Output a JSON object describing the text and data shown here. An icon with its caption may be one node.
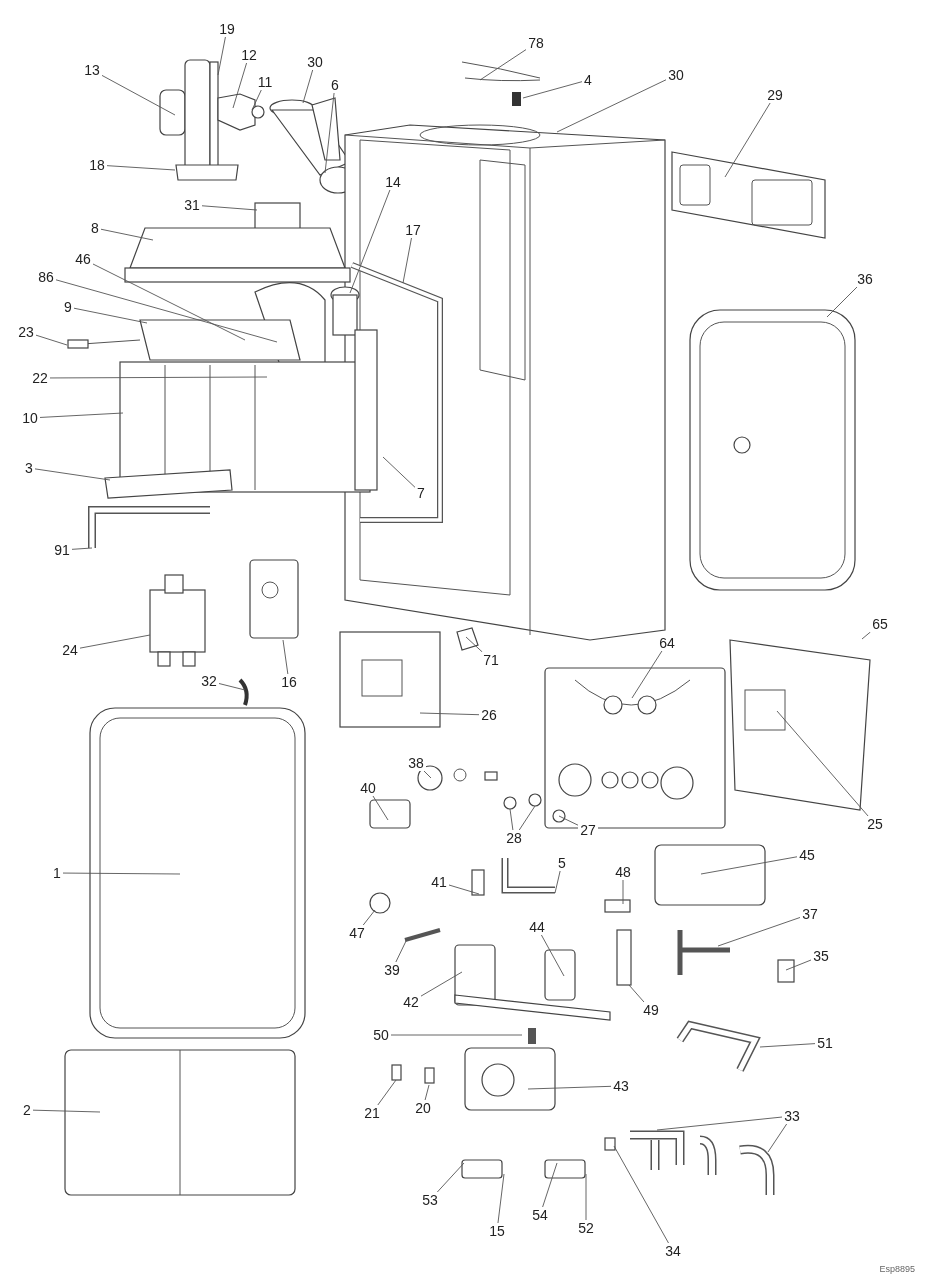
{
  "diagram": {
    "nodes": [
      {
        "text": [
          "19"
        ]
      },
      {
        "text": [
          "13"
        ]
      },
      {
        "text": [
          "12"
        ]
      },
      {
        "text": [
          "11"
        ]
      },
      {
        "text": [
          "30"
        ]
      },
      {
        "text": [
          "6"
        ]
      },
      {
        "text": [
          "18"
        ]
      },
      {
        "text": [
          "31"
        ]
      },
      {
        "text": [
          "78"
        ]
      },
      {
        "text": [
          "4"
        ]
      },
      {
        "text": [
          "30"
        ]
      },
      {
        "text": [
          "29"
        ]
      },
      {
        "text": [
          "8"
        ]
      },
      {
        "text": [
          "14"
        ]
      },
      {
        "text": [
          "17"
        ]
      },
      {
        "text": [
          "46"
        ]
      },
      {
        "text": [
          "86"
        ]
      },
      {
        "text": [
          "9"
        ]
      },
      {
        "text": [
          "23"
        ]
      },
      {
        "text": [
          "36"
        ]
      },
      {
        "text": [
          "22"
        ]
      },
      {
        "text": [
          "10"
        ]
      },
      {
        "text": [
          "7"
        ]
      },
      {
        "text": [
          "3"
        ]
      },
      {
        "text": [
          "91"
        ]
      },
      {
        "text": [
          "24"
        ]
      },
      {
        "text": [
          "16"
        ]
      },
      {
        "text": [
          "32"
        ]
      },
      {
        "text": [
          "71"
        ]
      },
      {
        "text": [
          "26"
        ]
      },
      {
        "text": [
          "65"
        ]
      },
      {
        "text": [
          "64"
        ]
      },
      {
        "text": [
          "25"
        ]
      },
      {
        "text": [
          "38"
        ]
      },
      {
        "text": [
          "40"
        ]
      },
      {
        "text": [
          "28"
        ]
      },
      {
        "text": [
          "27"
        ]
      },
      {
        "text": [
          "45"
        ]
      },
      {
        "text": [
          "41"
        ]
      },
      {
        "text": [
          "5"
        ]
      },
      {
        "text": [
          "48"
        ]
      },
      {
        "text": [
          "1"
        ]
      },
      {
        "text": [
          "37"
        ]
      },
      {
        "text": [
          "47"
        ]
      },
      {
        "text": [
          "44"
        ]
      },
      {
        "text": [
          "35"
        ]
      },
      {
        "text": [
          "39"
        ]
      },
      {
        "text": [
          "42"
        ]
      },
      {
        "text": [
          "49"
        ]
      },
      {
        "text": [
          "50"
        ]
      },
      {
        "text": [
          "51"
        ]
      },
      {
        "text": [
          "43"
        ]
      },
      {
        "text": [
          "21"
        ]
      },
      {
        "text": [
          "20"
        ]
      },
      {
        "text": [
          "2"
        ]
      },
      {
        "text": [
          "33"
        ]
      },
      {
        "text": [
          "34"
        ]
      },
      {
        "text": [
          "53"
        ]
      },
      {
        "text": [
          "15"
        ]
      },
      {
        "text": [
          "54"
        ]
      },
      {
        "text": [
          "52"
        ]
      }
    ],
    "edges": [
      {
        "from": 0,
        "to": null,
        "arrow": "none"
      },
      {
        "from": 1,
        "to": null,
        "arrow": "none"
      },
      {
        "from": 2,
        "to": null,
        "arrow": "none"
      },
      {
        "from": 3,
        "to": null,
        "arrow": "none"
      },
      {
        "from": 4,
        "to": null,
        "arrow": "none"
      },
      {
        "from": 5,
        "to": null,
        "arrow": "none"
      },
      {
        "from": 6,
        "to": null,
        "arrow": "none"
      },
      {
        "from": 7,
        "to": null,
        "arrow": "none"
      },
      {
        "from": 8,
        "to": null,
        "arrow": "none"
      },
      {
        "from": 9,
        "to": null,
        "arrow": "none"
      },
      {
        "from": 10,
        "to": null,
        "arrow": "none"
      },
      {
        "from": 11,
        "to": null,
        "arrow": "none"
      },
      {
        "from": 12,
        "to": null,
        "arrow": "none"
      },
      {
        "from": 13,
        "to": null,
        "arrow": "none"
      },
      {
        "from": 14,
        "to": null,
        "arrow": "none"
      },
      {
        "from": 15,
        "to": null,
        "arrow": "none"
      },
      {
        "from": 16,
        "to": null,
        "arrow": "none"
      },
      {
        "from": 17,
        "to": null,
        "arrow": "none"
      },
      {
        "from": 18,
        "to": null,
        "arrow": "none"
      },
      {
        "from": 19,
        "to": null,
        "arrow": "none"
      },
      {
        "from": 20,
        "to": null,
        "arrow": "none"
      },
      {
        "from": 21,
        "to": null,
        "arrow": "none"
      },
      {
        "from": 22,
        "to": null,
        "arrow": "none"
      },
      {
        "from": 23,
        "to": null,
        "arrow": "none"
      },
      {
        "from": 24,
        "to": null,
        "arrow": "none"
      },
      {
        "from": 25,
        "to": null,
        "arrow": "none"
      },
      {
        "from": 26,
        "to": null,
        "arrow": "none"
      },
      {
        "from": 27,
        "to": null,
        "arrow": "none"
      },
      {
        "from": 28,
        "to": null,
        "arrow": "none"
      },
      {
        "from": 29,
        "to": null,
        "arrow": "none"
      },
      {
        "from": 30,
        "to": null,
        "arrow": "none"
      },
      {
        "from": 31,
        "to": null,
        "arrow": "none"
      },
      {
        "from": 32,
        "to": null,
        "arrow": "none"
      },
      {
        "from": 33,
        "to": null,
        "arrow": "none"
      },
      {
        "from": 34,
        "to": null,
        "arrow": "none"
      },
      {
        "from": 35,
        "to": null,
        "arrow": "none"
      },
      {
        "from": 35,
        "to": null,
        "arrow": "none"
      },
      {
        "from": 36,
        "to": null,
        "arrow": "none"
      },
      {
        "from": 37,
        "to": null,
        "arrow": "none"
      },
      {
        "from": 38,
        "to": null,
        "arrow": "none"
      },
      {
        "from": 39,
        "to": null,
        "arrow": "none"
      },
      {
        "from": 40,
        "to": null,
        "arrow": "none"
      },
      {
        "from": 41,
        "to": null,
        "arrow": "none"
      },
      {
        "from": 42,
        "to": null,
        "arrow": "none"
      },
      {
        "from": 43,
        "to": null,
        "arrow": "none"
      },
      {
        "from": 44,
        "to": null,
        "arrow": "none"
      },
      {
        "from": 45,
        "to": null,
        "arrow": "none"
      },
      {
        "from": 46,
        "to": null,
        "arrow": "none"
      },
      {
        "from": 47,
        "to": null,
        "arrow": "none"
      },
      {
        "from": 48,
        "to": null,
        "arrow": "none"
      },
      {
        "from": 49,
        "to": null,
        "arrow": "none"
      },
      {
        "from": 50,
        "to": null,
        "arrow": "none"
      },
      {
        "from": 51,
        "to": null,
        "arrow": "none"
      },
      {
        "from": 52,
        "to": null,
        "arrow": "none"
      },
      {
        "from": 53,
        "to": null,
        "arrow": "none"
      },
      {
        "from": 54,
        "to": null,
        "arrow": "none"
      },
      {
        "from": 55,
        "to": null,
        "arrow": "none"
      },
      {
        "from": 55,
        "to": null,
        "arrow": "none"
      },
      {
        "from": 56,
        "to": null,
        "arrow": "none"
      },
      {
        "from": 57,
        "to": null,
        "arrow": "none"
      },
      {
        "from": 58,
        "to": null,
        "arrow": "none"
      },
      {
        "from": 59,
        "to": null,
        "arrow": "none"
      },
      {
        "from": 60,
        "to": null,
        "arrow": "none"
      }
    ],
    "labels": [
      "Esp8895"
    ]
  }
}
